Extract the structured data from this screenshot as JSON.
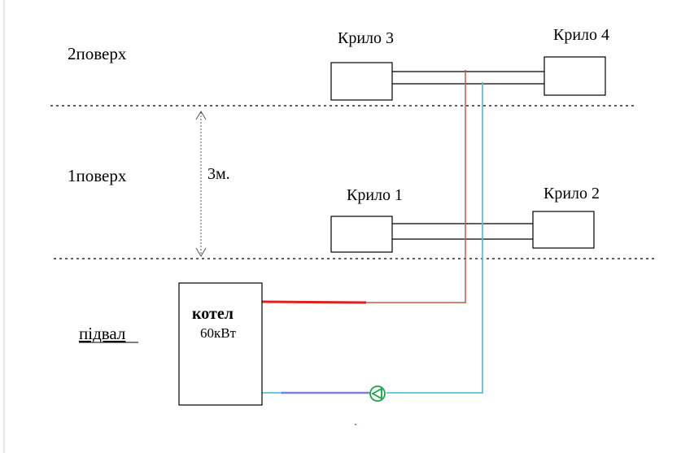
{
  "floors": {
    "second": "2поверх",
    "first": "1поверх",
    "basement": "підвал"
  },
  "height_label": "3м.",
  "radiators": {
    "r1": "Крило 1",
    "r2": "Крило 2",
    "r3": "Крило 3",
    "r4": "Крило 4"
  },
  "boiler": {
    "title": "котел",
    "power": "60кВт"
  },
  "colors": {
    "supply": "#e02020",
    "supply_dark": "#c85a4a",
    "return": "#5cc0d8",
    "return_dark": "#7f7ed8",
    "pump": "#1aa34a",
    "floor_line": "#000000",
    "outline": "#000000"
  },
  "icons": {
    "pump": "circulation-pump-icon",
    "dimension": "double-arrow-dimension-icon"
  }
}
